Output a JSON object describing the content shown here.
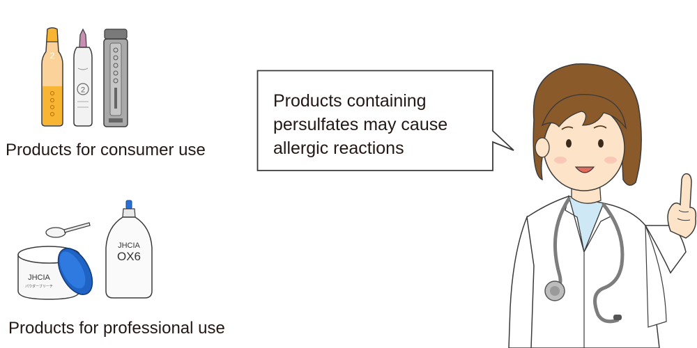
{
  "consumer": {
    "caption": "Products for consumer use",
    "bottle_labels": [
      "2",
      "2"
    ]
  },
  "professional": {
    "caption": "Products for professional use",
    "jar_brand": "JHCIA",
    "jar_subtext": "パウダーブリーチ",
    "pouch_brand": "JHCIA",
    "pouch_product": "OX6"
  },
  "speech_bubble": {
    "text": "Products containing\npersulfates may cause\nallergic reactions"
  },
  "icons": [
    "consumer-hair-dye-bottles",
    "bleach-powder-jar",
    "measuring-spoon",
    "developer-pouch",
    "doctor-illustration",
    "stethoscope"
  ],
  "colors": {
    "outline": "#3a3a3a",
    "bottle_orange": "#f7b533",
    "bottle_pink": "#c88fb3",
    "jar_lid_blue": "#1f63c4",
    "hair_brown": "#8b5a2b",
    "skin": "#fde3c8",
    "shirt_blue": "#cfe8f5"
  }
}
